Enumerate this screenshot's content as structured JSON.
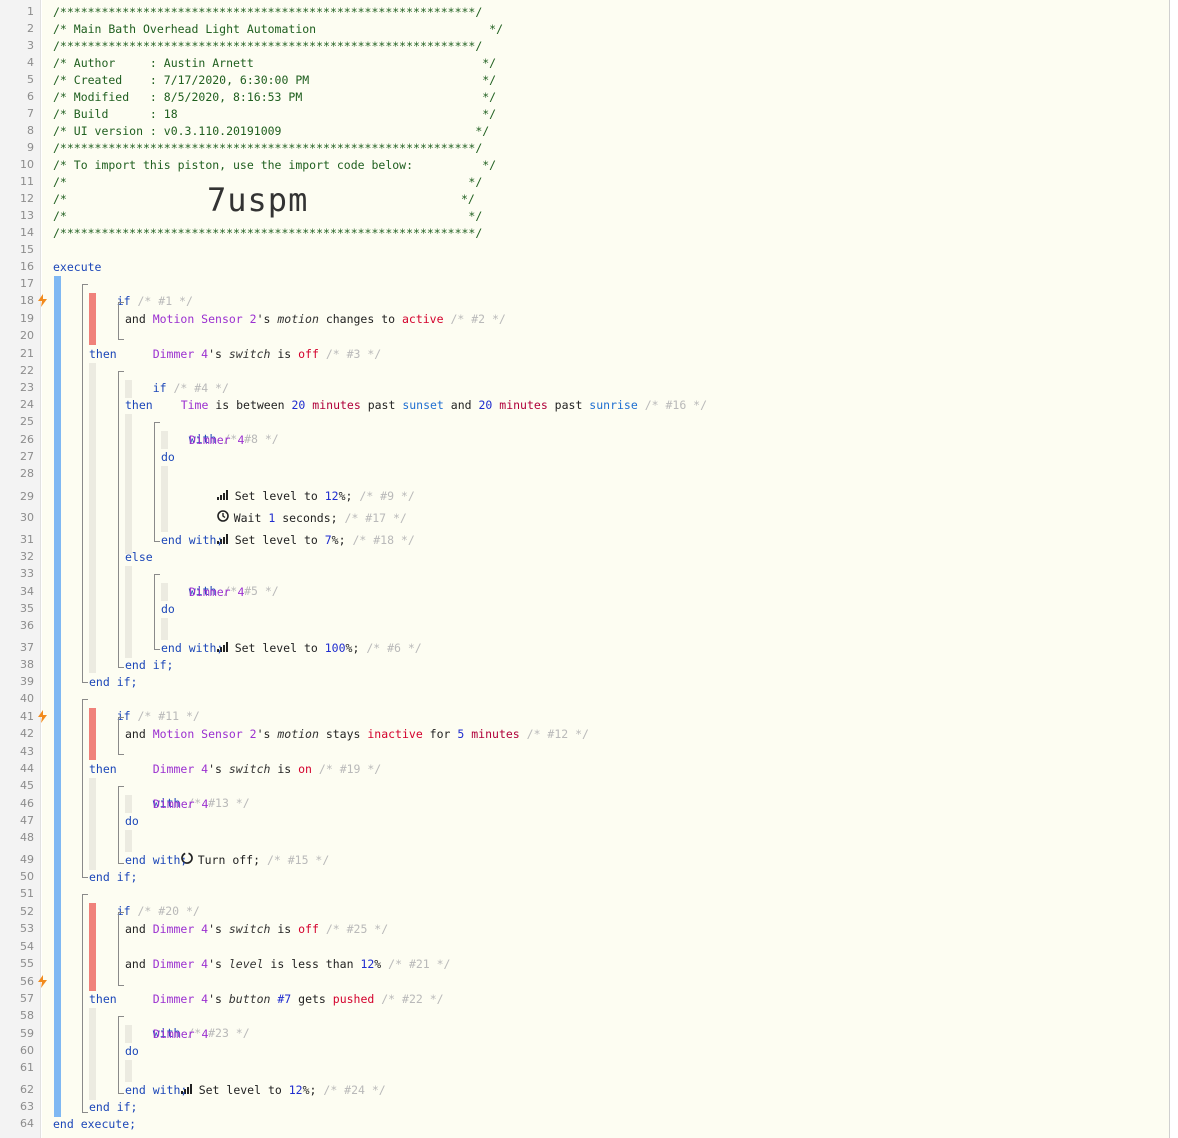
{
  "header": {
    "border": "/************************************************************/",
    "title": "/* Main Bath Overhead Light Automation                         */",
    "author": "/* Author     : Austin Arnett                                 */",
    "created": "/* Created    : 7/17/2020, 6:30:00 PM                         */",
    "modified": "/* Modified   : 8/5/2020, 8:16:53 PM                          */",
    "build": "/* Build      : 18                                            */",
    "ui_version": "/* UI version : v0.3.110.20191009                            */",
    "import_note": "/* To import this piston, use the import code below:          */",
    "blank": "/*                                                          */",
    "blank_prefix": "/*",
    "blank_suffix": "*/",
    "import_code": "7uspm"
  },
  "line_numbers": [
    "1",
    "2",
    "3",
    "4",
    "5",
    "6",
    "7",
    "8",
    "9",
    "10",
    "11",
    "12",
    "13",
    "14",
    "15",
    "16",
    "17",
    "18",
    "19",
    "20",
    "21",
    "22",
    "23",
    "24",
    "25",
    "26",
    "27",
    "28",
    "29",
    "30",
    "31",
    "32",
    "33",
    "34",
    "35",
    "36",
    "37",
    "38",
    "39",
    "40",
    "41",
    "42",
    "43",
    "44",
    "45",
    "46",
    "47",
    "48",
    "49",
    "50",
    "51",
    "52",
    "53",
    "54",
    "55",
    "56",
    "57",
    "58",
    "59",
    "60",
    "61",
    "62",
    "63",
    "64"
  ],
  "trigger_icon": "lightning-icon",
  "code": {
    "execute": "execute",
    "end_execute": "end execute;",
    "if": "if",
    "then": "then",
    "else": "else",
    "and": "and",
    "end_if": "end if;",
    "with": "with",
    "do": "do",
    "end_with": "end with;",
    "device_motion": "Motion Sensor 2",
    "device_dimmer": "Dimmer 4",
    "possessive": "'s ",
    "attr_motion": "motion",
    "attr_switch": "switch",
    "attr_level": "level",
    "attr_button": "button",
    "block1": {
      "if_id": "/* #1 */",
      "cond1_op": " changes to ",
      "cond1_val": "active",
      "cond1_id": "/* #2 */",
      "cond2_op": " is ",
      "cond2_val": "off",
      "cond2_id": "/* #3 */",
      "inner_if_id": "/* #4 */",
      "time_word": "Time",
      "between": " is between ",
      "n20a": "20",
      "minutes": "minutes",
      "past": " past ",
      "sunset": "sunset",
      "and_word": " and ",
      "n20b": "20",
      "sunrise": "sunrise",
      "time_id": "/* #16 */",
      "with1_id": "/* #8 */",
      "set_level_to": "Set level to ",
      "pct12": "12",
      "pct_sign": "%",
      "semi": ";",
      "a1_id": "/* #9 */",
      "wait": "Wait ",
      "wait_n": "1",
      "seconds": " seconds;",
      "a2_id": "/* #17 */",
      "pct7": "7",
      "a3_id": "/* #18 */",
      "with2_id": "/* #5 */",
      "pct100": "100",
      "a4_id": "/* #6 */"
    },
    "block2": {
      "if_id": "/* #11 */",
      "stays": " stays ",
      "inactive": "inactive",
      "for": " for ",
      "n5": "5",
      "minutes": "minutes",
      "cond1_id": "/* #12 */",
      "is": " is ",
      "on": "on",
      "cond2_id": "/* #19 */",
      "with_id": "/* #13 */",
      "turn_off": "Turn off;",
      "action_id": "/* #15 */"
    },
    "block3": {
      "if_id": "/* #20 */",
      "is": " is ",
      "off": "off",
      "c1_id": "/* #25 */",
      "less_than": " is less than ",
      "n12": "12",
      "pct": "%",
      "c2_id": "/* #21 */",
      "btn_num": "#7",
      "gets": " gets ",
      "pushed": "pushed",
      "c3_id": "/* #22 */",
      "with_id": "/* #23 */",
      "set_level_to": "Set level to ",
      "n12b": "12",
      "semi": ";",
      "action_id": "/* #24 */"
    }
  }
}
